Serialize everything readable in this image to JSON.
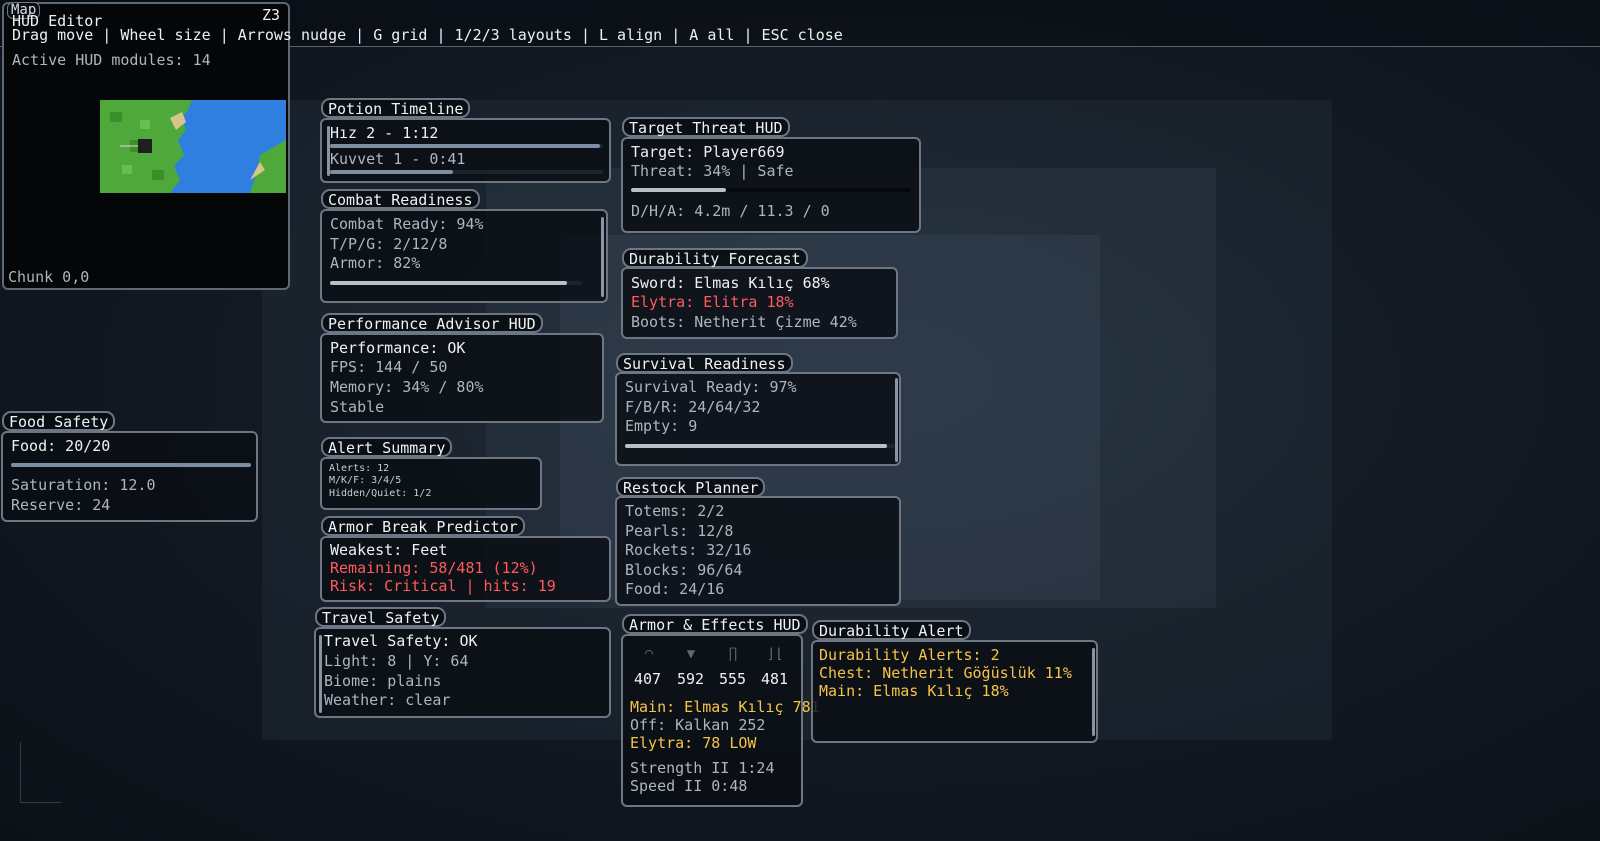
{
  "editor": {
    "title": "HUD Editor",
    "hint": "Drag move | Wheel size | Arrows nudge | G grid | 1/2/3 layouts | L align | A all | ESC close",
    "active_modules": "Active HUD modules: 14"
  },
  "map": {
    "tab_label": "Map",
    "zoom_label": "Z3",
    "chunk": "Chunk 0,0",
    "colors": {
      "land": "#4ea83a",
      "water": "#2f7fe0",
      "sand": "#d8c48a"
    }
  },
  "potion_timeline": {
    "label": "Potion Timeline",
    "rows": [
      "Hız 2 - 1:12",
      "Kuvvet 1 - 0:41"
    ],
    "progress": [
      0.99,
      0.45
    ]
  },
  "combat_readiness": {
    "label": "Combat Readiness",
    "rows": [
      "Combat Ready: 94%",
      "T/P/G: 2/12/8",
      "Armor: 82%"
    ],
    "progress": 0.94
  },
  "performance_advisor": {
    "label": "Performance Advisor HUD",
    "rows": [
      "Performance: OK",
      "FPS: 144 / 50",
      "Memory: 34% / 80%",
      "Stable"
    ]
  },
  "alert_summary": {
    "label": "Alert Summary",
    "rows": [
      "Alerts: 12",
      "M/K/F: 3/4/5",
      "Hidden/Quiet: 1/2"
    ]
  },
  "armor_break": {
    "label": "Armor Break Predictor",
    "rows": [
      "Weakest: Feet",
      "Remaining: 58/481 (12%)",
      "Risk: Critical | hits: 19"
    ]
  },
  "travel_safety": {
    "label": "Travel Safety",
    "rows": [
      "Travel Safety: OK",
      "Light: 8 | Y: 64",
      "Biome: plains",
      "Weather: clear"
    ]
  },
  "food_safety": {
    "label": "Food Safety",
    "rows": [
      "Food: 20/20",
      "Saturation: 12.0",
      "Reserve: 24"
    ],
    "progress": 1.0
  },
  "target_threat": {
    "label": "Target Threat HUD",
    "rows": [
      "Target: Player669",
      "Threat: 34% | Safe",
      "D/H/A: 4.2m / 11.3 / 0"
    ],
    "progress": 0.34
  },
  "durability_forecast": {
    "label": "Durability Forecast",
    "rows": [
      "Sword: Elmas Kılıç 68%",
      "Elytra: Elitra 18%",
      "Boots: Netherit Çizme 42%"
    ]
  },
  "survival_readiness": {
    "label": "Survival Readiness",
    "rows": [
      "Survival Ready: 97%",
      "F/B/R: 24/64/32",
      "Empty: 9"
    ],
    "progress": 0.97
  },
  "restock_planner": {
    "label": "Restock Planner",
    "rows": [
      "Totems: 2/2",
      "Pearls: 12/8",
      "Rockets: 32/16",
      "Blocks: 96/64",
      "Food: 24/16"
    ]
  },
  "armor_effects": {
    "label": "Armor & Effects HUD",
    "icons": [
      "helmet-icon",
      "chestplate-icon",
      "leggings-icon",
      "boots-icon"
    ],
    "durability": [
      "407",
      "592",
      "555",
      "481"
    ],
    "rows": [
      "Main: Elmas Kılıç 781",
      "Off: Kalkan 252",
      "Elytra: 78 LOW",
      "Strength II 1:24",
      "Speed II 0:48"
    ]
  },
  "durability_alert": {
    "label": "Durability Alert",
    "rows": [
      "Durability Alerts: 2",
      "Chest: Netherit Göğüslük 11%",
      "Main: Elmas Kılıç 18%"
    ]
  }
}
